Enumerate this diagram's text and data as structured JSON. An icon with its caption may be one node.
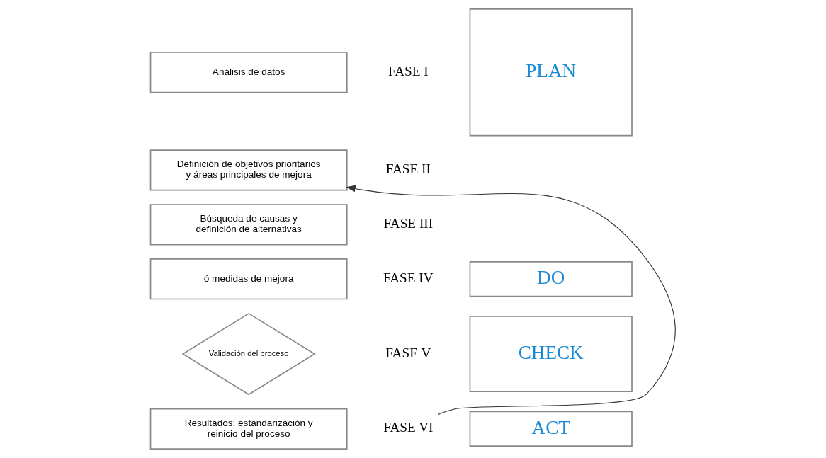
{
  "diagram": {
    "nodes": [
      {
        "text": [
          "Análisis de datos"
        ]
      },
      {
        "text": [
          "Definición de objetivos prioritarios y áreas principales de mejora"
        ]
      },
      {
        "text": [
          "Búsqueda de causas y definición de alternativas"
        ]
      },
      {
        "text": [
          "ó medidas de mejora"
        ]
      },
      {
        "text": [
          "Validación del proceso"
        ]
      },
      {
        "text": [
          "Resultados: estandarización y reinicio del proceso"
        ]
      },
      {
        "text": [
          "PLAN"
        ]
      },
      {
        "text": [
          "DO"
        ]
      },
      {
        "text": [
          "CHECK"
        ]
      },
      {
        "text": [
          "ACT"
        ]
      },
      {
        "text": [
          "FASE VI"
        ]
      }
    ],
    "edges": [
      {
        "from": 10,
        "to": 1,
        "arrow": "to"
      }
    ],
    "labels": [
      "FASE I",
      "FASE II",
      "FASE III",
      "FASE IV",
      "FASE V"
    ]
  }
}
